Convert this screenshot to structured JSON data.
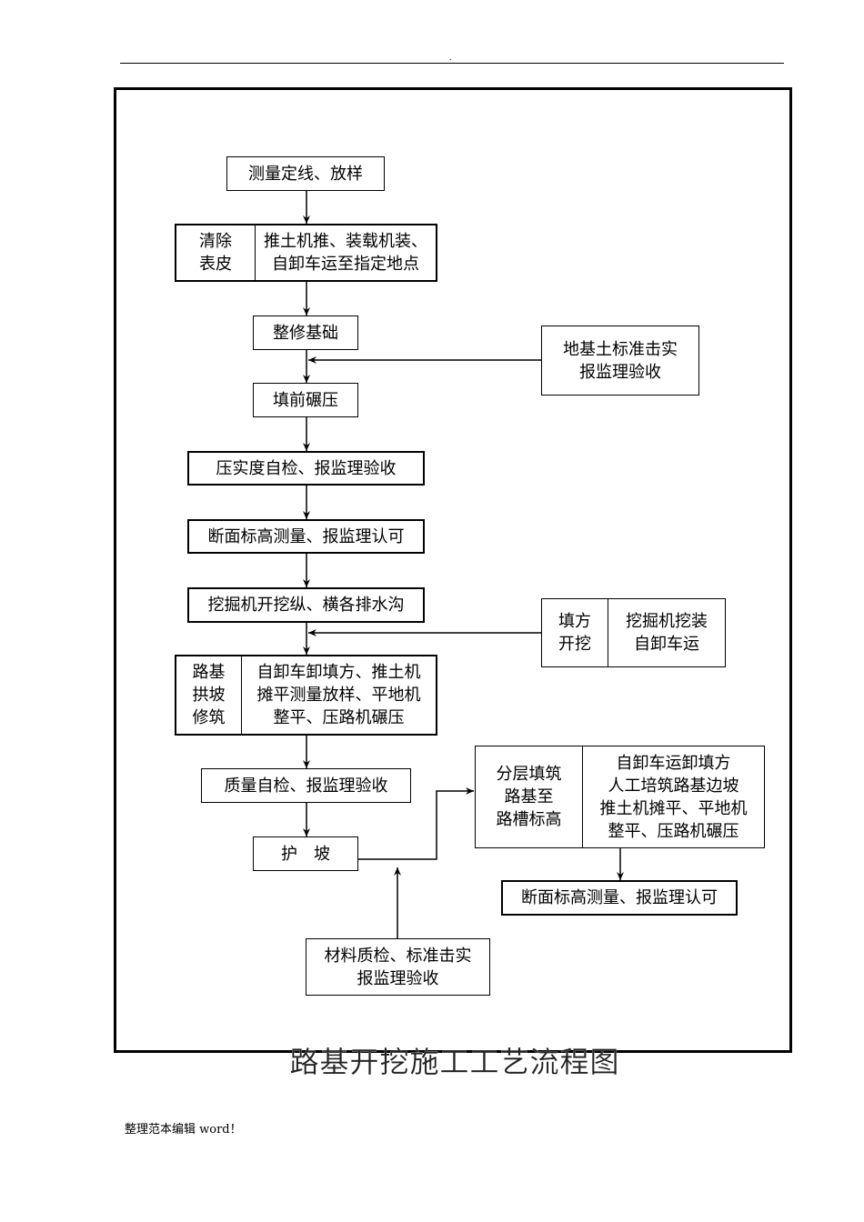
{
  "header": {
    "mark": "."
  },
  "nodes": {
    "survey": "测量定线、放样",
    "clear_left": "清除\n表皮",
    "clear_right": "推土机推、装载机装、\n自卸车运至指定地点",
    "trim_base": "整修基础",
    "foundation_test": "地基土标准击实\n报监理验收",
    "pre_compact": "填前碾压",
    "compaction_check": "压实度自检、报监理验收",
    "section_survey_1": "断面标高测量、报监理认可",
    "drainage": "挖掘机开挖纵、横各排水沟",
    "fill_left": "填方\n开挖",
    "fill_right": "挖掘机挖装\n自卸车运",
    "arch_left": "路基\n拱坡\n修筑",
    "arch_right": "自卸车卸填方、推土机\n摊平测量放样、平地机\n整平、压路机碾压",
    "quality_check": "质量自检、报监理验收",
    "slope": "护　坡",
    "layer_left": "分层填筑\n路基至\n路槽标高",
    "layer_right": "自卸车运卸填方\n人工培筑路基边坡\n推土机摊平、平地机\n整平、压路机碾压",
    "section_survey_2": "断面标高测量、报监理认可",
    "material_check": "材料质检、标准击实\n报监理验收"
  },
  "title": "路基开挖施工工艺流程图",
  "footer": "整理范本编辑 word！"
}
